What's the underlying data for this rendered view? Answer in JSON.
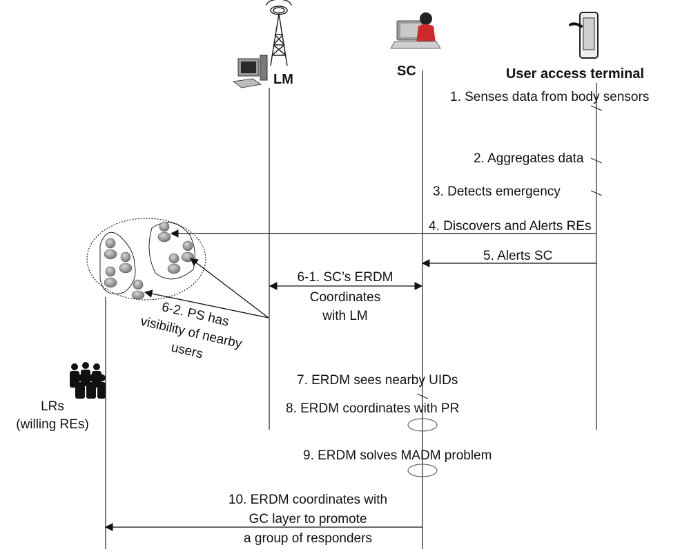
{
  "participants": {
    "lm": "LM",
    "sc": "SC",
    "uat": "User access terminal",
    "lrs_line1": "LRs",
    "lrs_line2": "(willing REs)"
  },
  "steps": {
    "s1": "1. Senses data from body sensors",
    "s2": "2. Aggregates data",
    "s3": "3. Detects emergency",
    "s4": "4. Discovers and Alerts REs",
    "s5": "5. Alerts SC",
    "s61_l1": "6-1. SC’s ERDM",
    "s61_l2": "Coordinates",
    "s61_l3": "with LM",
    "s62_l1": "6-2. PS has",
    "s62_l2": "visibility of nearby",
    "s62_l3": "users",
    "s7": "7. ERDM sees nearby UIDs",
    "s8": "8. ERDM coordinates with PR",
    "s9": "9. ERDM solves MADM problem",
    "s10_l1": "10. ERDM coordinates with",
    "s10_l2": "GC layer to promote",
    "s10_l3": "a group of responders"
  },
  "icons": [
    "tower-icon",
    "computer-icon",
    "operator-icon",
    "phone-icon",
    "people-group-icon",
    "responders-icon"
  ],
  "colors": {
    "line": "#111111",
    "icon_gray": "#8a8a8a",
    "background": "#ffffff"
  }
}
